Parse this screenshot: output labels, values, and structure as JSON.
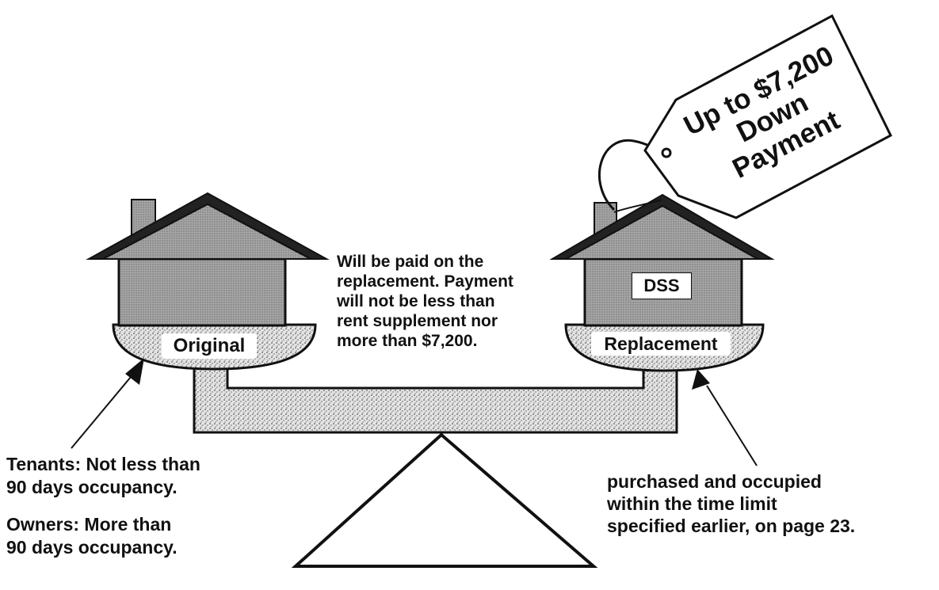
{
  "tag": {
    "lines": [
      "Up to $7,200",
      "Down",
      "Payment"
    ]
  },
  "houses": {
    "original_label": "Original",
    "replacement_label": "Replacement",
    "replacement_sign": "DSS"
  },
  "center_note": {
    "lines": [
      "Will be paid on the",
      "replacement.  Payment",
      "will not be less than",
      "rent supplement nor",
      "more than $7,200."
    ]
  },
  "left_note": {
    "tenants": [
      "Tenants:  Not less than",
      "90 days occupancy."
    ],
    "owners": [
      "Owners:  More than",
      "90 days occupancy."
    ]
  },
  "right_note": {
    "lines": [
      "purchased and occupied",
      "within the time limit",
      "specified earlier, on page 23."
    ]
  },
  "colors": {
    "ink": "#111111",
    "roof_fill": "#8f8f8f",
    "speckle_fill": "#d8d8d8",
    "paper": "#ffffff"
  }
}
